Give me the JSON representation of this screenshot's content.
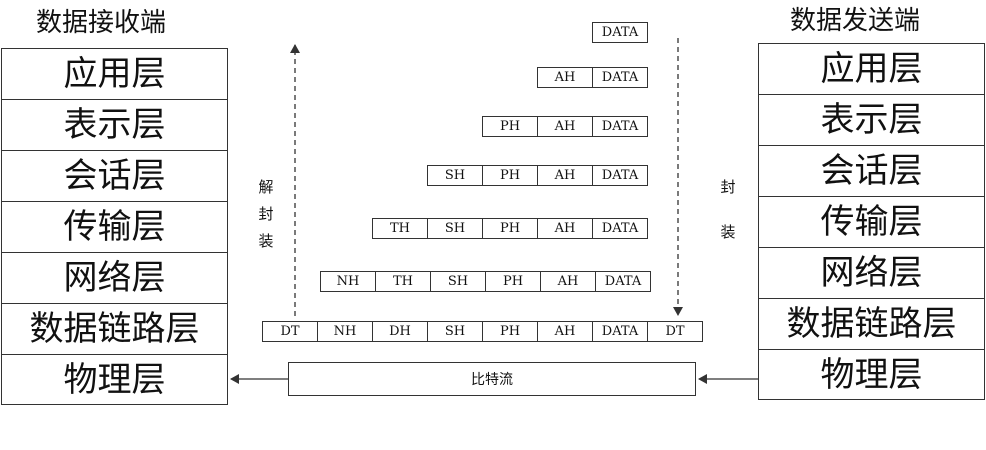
{
  "receiver": {
    "title": "数据接收端",
    "layers": [
      "应用层",
      "表示层",
      "会话层",
      "传输层",
      "网络层",
      "数据链路层",
      "物理层"
    ]
  },
  "sender": {
    "title": "数据发送端",
    "layers": [
      "应用层",
      "表示层",
      "会话层",
      "传输层",
      "网络层",
      "数据链路层",
      "物理层"
    ]
  },
  "encapsulation": {
    "rows": [
      [
        "DATA"
      ],
      [
        "AH",
        "DATA"
      ],
      [
        "PH",
        "AH",
        "DATA"
      ],
      [
        "SH",
        "PH",
        "AH",
        "DATA"
      ],
      [
        "TH",
        "SH",
        "PH",
        "AH",
        "DATA"
      ],
      [
        "NH",
        "TH",
        "SH",
        "PH",
        "AH",
        "DATA"
      ],
      [
        "DT",
        "NH",
        "DH",
        "SH",
        "PH",
        "AH",
        "DATA",
        "DT"
      ]
    ]
  },
  "labels": {
    "decapsulate": [
      "解",
      "封",
      "装"
    ],
    "encapsulate": [
      "封",
      "装"
    ],
    "bitstream": "比特流"
  }
}
